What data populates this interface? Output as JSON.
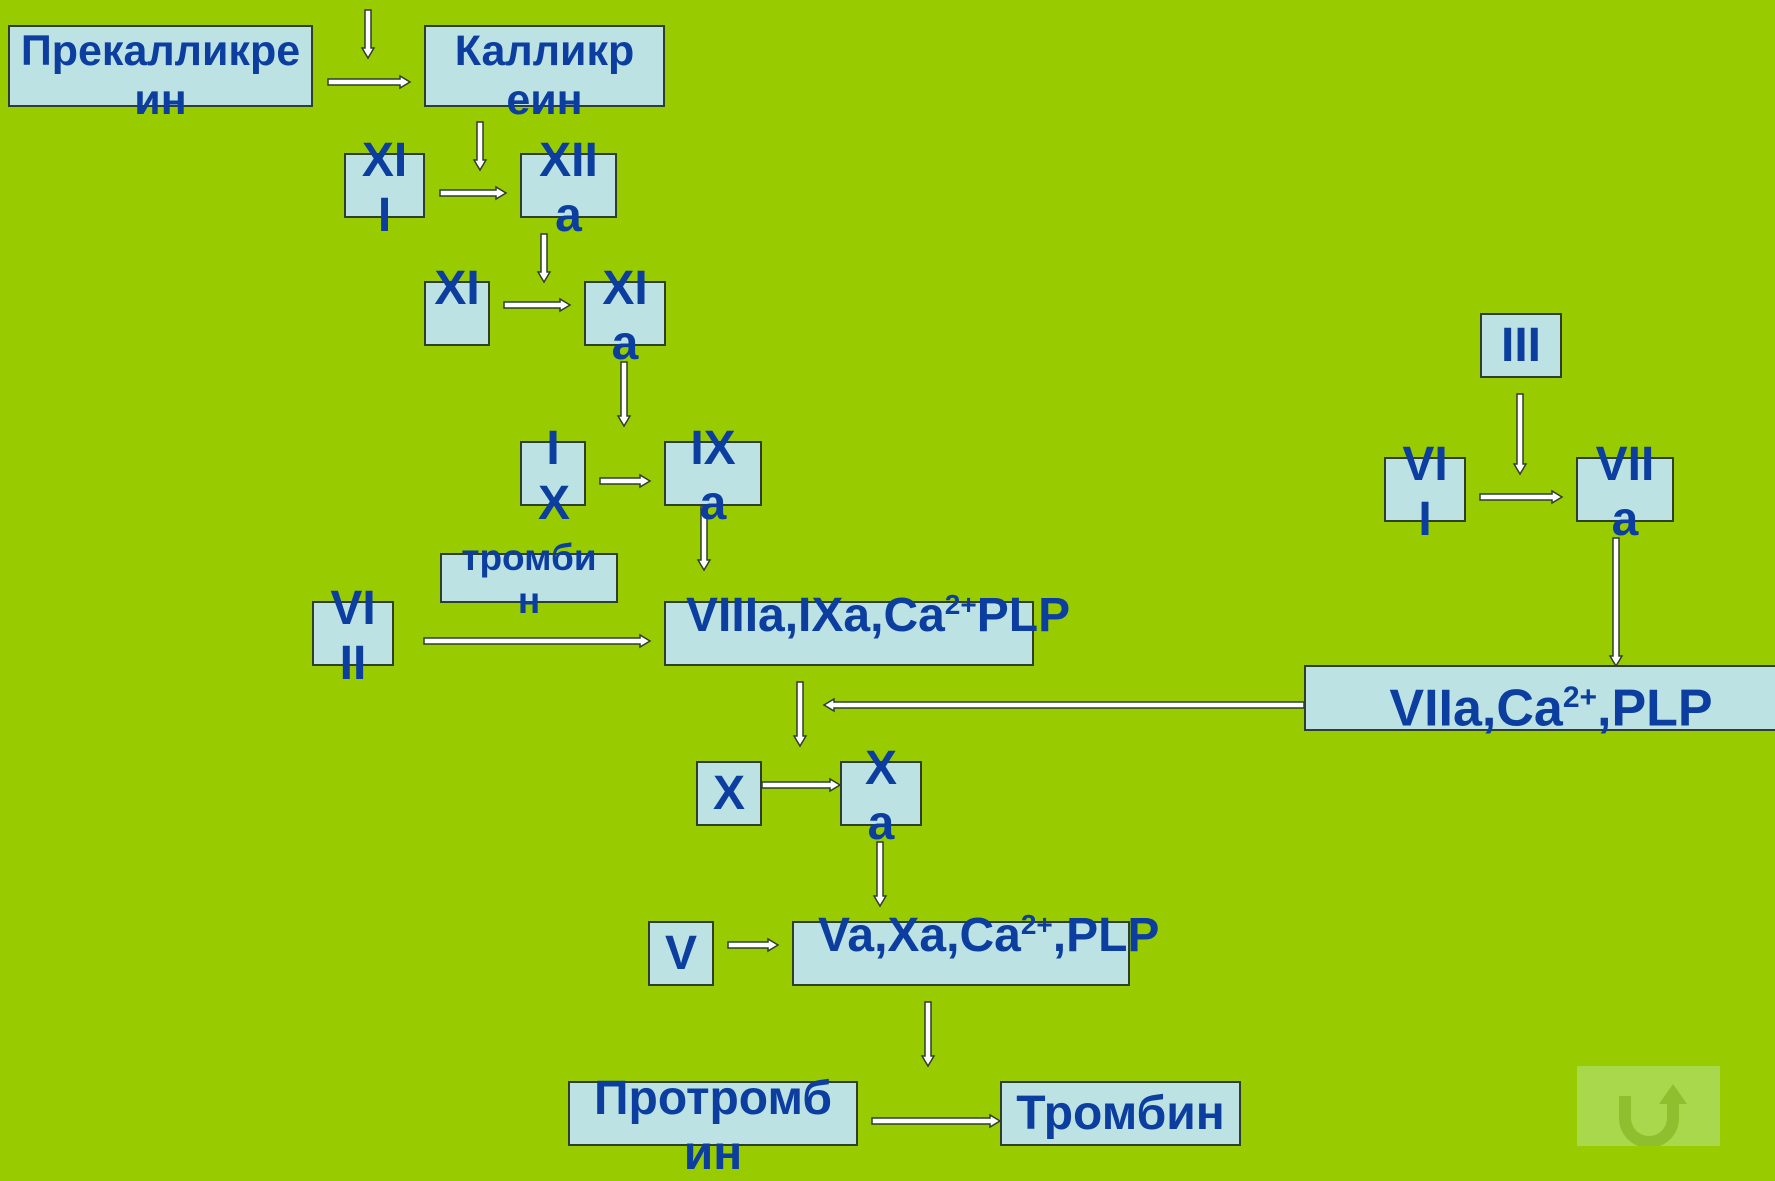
{
  "nodes": {
    "prekallikrein": "Прекалликреин",
    "kallikrein": "Калликреин",
    "xii": "XII",
    "xiia": "XIIa",
    "xi": "XI",
    "xia": "XIa",
    "ix": "IX",
    "ixa": "IXa",
    "thrombin_small": "тромбин",
    "viii": "VIII",
    "tenase_text": "VIIIa,IXa,Ca",
    "tenase_sup": "2+",
    "tenase_tail": "PLP",
    "iii": "III",
    "vii": "VII",
    "viia": "VIIa",
    "extrinsic_text": "VIIa,Ca",
    "extrinsic_sup": "2+",
    "extrinsic_tail": ",PLP",
    "x": "X",
    "xa": "Xa",
    "v": "V",
    "prothrombinase_text": "Va,Xa,Ca",
    "prothrombinase_sup": "2+",
    "prothrombinase_tail": ",PLP",
    "prothrombin": "Протромбин",
    "thrombin": "Тромбин"
  },
  "colors": {
    "background": "#99cc00",
    "box_fill": "#bde2e3",
    "text": "#0c3ea0",
    "return_button": "#a9d84d"
  },
  "controls": {
    "return_icon": "u-turn-return-icon"
  }
}
